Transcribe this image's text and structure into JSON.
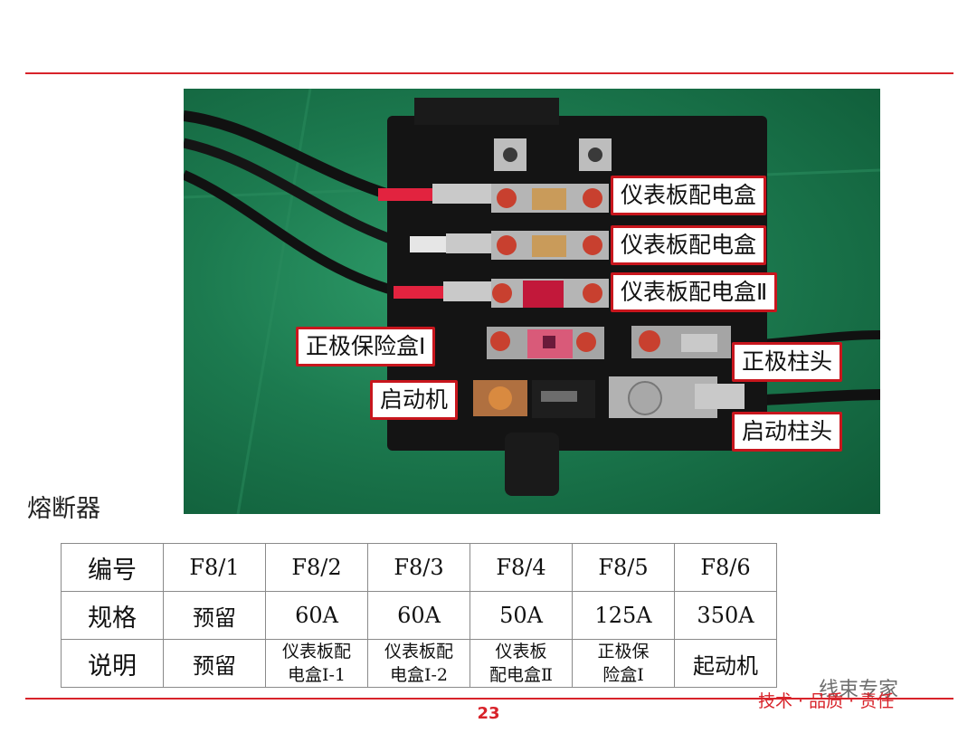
{
  "photo_labels": {
    "ip_box_1": "仪表板配电盒",
    "ip_box_2": "仪表板配电盒",
    "ip_box_3": "仪表板配电盒Ⅱ",
    "pos_box": "正极保险盒Ⅰ",
    "starter": "启动机",
    "pos_post": "正极柱头",
    "start_post": "启动柱头"
  },
  "section_title": "熔断器",
  "table": {
    "row_headers": [
      "编号",
      "规格",
      "说明"
    ],
    "ids": [
      "F8/1",
      "F8/2",
      "F8/3",
      "F8/4",
      "F8/5",
      "F8/6"
    ],
    "specs": [
      "预留",
      "60A",
      "60A",
      "50A",
      "125A",
      "350A"
    ],
    "desc": [
      [
        "预留"
      ],
      [
        "仪表板配",
        "电盒Ⅰ-1"
      ],
      [
        "仪表板配",
        "电盒Ⅰ-2"
      ],
      [
        "仪表板",
        "配电盒Ⅱ"
      ],
      [
        "正极保",
        "险盒Ⅰ"
      ],
      [
        "起动机"
      ]
    ]
  },
  "footer": {
    "page_number": "23",
    "slogan": "技术 · 品质 · 责任",
    "watermark": "线束专家"
  },
  "colors": {
    "accent_red": "#d8232a",
    "label_border": "#c8161d"
  }
}
